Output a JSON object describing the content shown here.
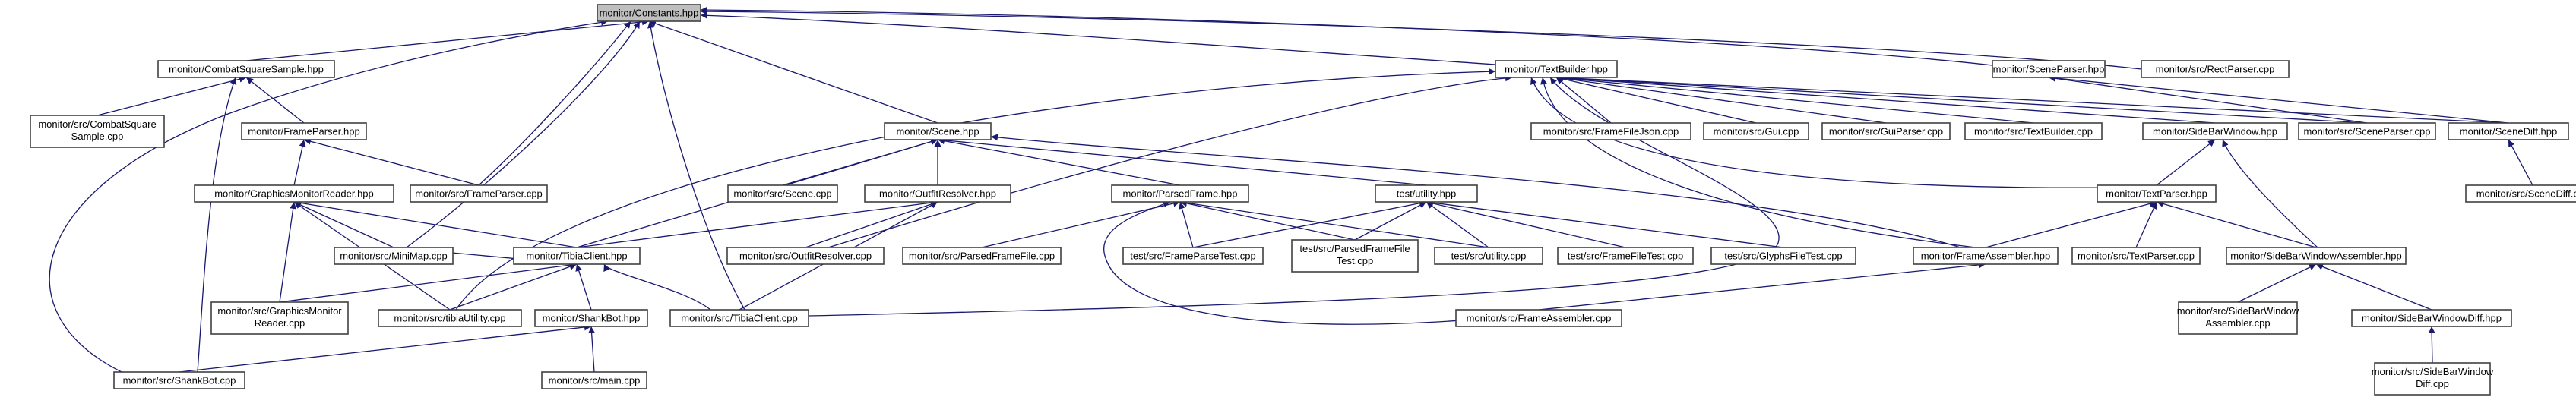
{
  "diagram": {
    "type": "include-dependency-graph",
    "colors": {
      "edge": "#191970",
      "node_border": "#404040",
      "root_fill": "#bfbfbf",
      "node_fill": "#ffffff"
    },
    "nodes": [
      {
        "id": "constants",
        "lines": [
          "monitor/Constants.hpp"
        ],
        "root": true
      },
      {
        "id": "combatSquareSample",
        "lines": [
          "monitor/CombatSquareSample.hpp"
        ]
      },
      {
        "id": "textBuilder",
        "lines": [
          "monitor/TextBuilder.hpp"
        ]
      },
      {
        "id": "sceneParser",
        "lines": [
          "monitor/SceneParser.hpp"
        ]
      },
      {
        "id": "rectParserCpp",
        "lines": [
          "monitor/src/RectParser.cpp"
        ]
      },
      {
        "id": "combatSquareSampleCpp",
        "lines": [
          "monitor/src/CombatSquare",
          "Sample.cpp"
        ]
      },
      {
        "id": "frameParser",
        "lines": [
          "monitor/FrameParser.hpp"
        ]
      },
      {
        "id": "scene",
        "lines": [
          "monitor/Scene.hpp"
        ]
      },
      {
        "id": "frameFileJsonCpp",
        "lines": [
          "monitor/src/FrameFileJson.cpp"
        ]
      },
      {
        "id": "guiCpp",
        "lines": [
          "monitor/src/Gui.cpp"
        ]
      },
      {
        "id": "guiParserCpp",
        "lines": [
          "monitor/src/GuiParser.cpp"
        ]
      },
      {
        "id": "textBuilderCpp",
        "lines": [
          "monitor/src/TextBuilder.cpp"
        ]
      },
      {
        "id": "sideBarWindow",
        "lines": [
          "monitor/SideBarWindow.hpp"
        ]
      },
      {
        "id": "sceneParserCpp",
        "lines": [
          "monitor/src/SceneParser.cpp"
        ]
      },
      {
        "id": "sceneDiff",
        "lines": [
          "monitor/SceneDiff.hpp"
        ]
      },
      {
        "id": "graphicsMonitorReader",
        "lines": [
          "monitor/GraphicsMonitorReader.hpp"
        ]
      },
      {
        "id": "frameParserCpp",
        "lines": [
          "monitor/src/FrameParser.cpp"
        ]
      },
      {
        "id": "sceneCpp",
        "lines": [
          "monitor/src/Scene.cpp"
        ]
      },
      {
        "id": "outfitResolver",
        "lines": [
          "monitor/OutfitResolver.hpp"
        ]
      },
      {
        "id": "parsedFrame",
        "lines": [
          "monitor/ParsedFrame.hpp"
        ]
      },
      {
        "id": "testUtility",
        "lines": [
          "test/utility.hpp"
        ]
      },
      {
        "id": "textParser",
        "lines": [
          "monitor/TextParser.hpp"
        ]
      },
      {
        "id": "sceneDiffCpp",
        "lines": [
          "monitor/src/SceneDiff.cpp"
        ]
      },
      {
        "id": "miniMapCpp",
        "lines": [
          "monitor/src/MiniMap.cpp"
        ]
      },
      {
        "id": "tibiaClient",
        "lines": [
          "monitor/TibiaClient.hpp"
        ]
      },
      {
        "id": "outfitResolverCpp",
        "lines": [
          "monitor/src/OutfitResolver.cpp"
        ]
      },
      {
        "id": "parsedFrameFileCpp",
        "lines": [
          "monitor/src/ParsedFrameFile.cpp"
        ]
      },
      {
        "id": "frameParseTestCpp",
        "lines": [
          "test/src/FrameParseTest.cpp"
        ]
      },
      {
        "id": "parsedFrameFileTestCpp",
        "lines": [
          "test/src/ParsedFrameFile",
          "Test.cpp"
        ]
      },
      {
        "id": "testUtilityCpp",
        "lines": [
          "test/src/utility.cpp"
        ]
      },
      {
        "id": "frameFileTestCpp",
        "lines": [
          "test/src/FrameFileTest.cpp"
        ]
      },
      {
        "id": "glyphsFileTestCpp",
        "lines": [
          "test/src/GlyphsFileTest.cpp"
        ]
      },
      {
        "id": "frameAssembler",
        "lines": [
          "monitor/FrameAssembler.hpp"
        ]
      },
      {
        "id": "textParserCpp",
        "lines": [
          "monitor/src/TextParser.cpp"
        ]
      },
      {
        "id": "sideBarWindowAssembler",
        "lines": [
          "monitor/SideBarWindowAssembler.hpp"
        ]
      },
      {
        "id": "graphicsMonitorReaderCpp",
        "lines": [
          "monitor/src/GraphicsMonitor",
          "Reader.cpp"
        ]
      },
      {
        "id": "tibiaUtilityCpp",
        "lines": [
          "monitor/src/tibiaUtility.cpp"
        ]
      },
      {
        "id": "shankBot",
        "lines": [
          "monitor/ShankBot.hpp"
        ]
      },
      {
        "id": "tibiaClientCpp",
        "lines": [
          "monitor/src/TibiaClient.cpp"
        ]
      },
      {
        "id": "frameAssemblerCpp",
        "lines": [
          "monitor/src/FrameAssembler.cpp"
        ]
      },
      {
        "id": "sideBarWindowAssemblerCpp",
        "lines": [
          "monitor/src/SideBarWindow",
          "Assembler.cpp"
        ]
      },
      {
        "id": "sideBarWindowDiff",
        "lines": [
          "monitor/SideBarWindowDiff.hpp"
        ]
      },
      {
        "id": "shankBotCpp",
        "lines": [
          "monitor/src/ShankBot.cpp"
        ]
      },
      {
        "id": "mainCpp",
        "lines": [
          "monitor/src/main.cpp"
        ]
      },
      {
        "id": "sideBarWindowDiffCpp",
        "lines": [
          "monitor/src/SideBarWindow",
          "Diff.cpp"
        ]
      }
    ],
    "edges": [
      [
        "combatSquareSample",
        "constants"
      ],
      [
        "textBuilder",
        "constants"
      ],
      [
        "sceneParser",
        "constants"
      ],
      [
        "rectParserCpp",
        "constants"
      ],
      [
        "scene",
        "constants"
      ],
      [
        "frameParserCpp",
        "constants"
      ],
      [
        "miniMapCpp",
        "constants"
      ],
      [
        "tibiaClientCpp",
        "constants"
      ],
      [
        "shankBotCpp",
        "constants"
      ],
      [
        "combatSquareSampleCpp",
        "combatSquareSample"
      ],
      [
        "frameParser",
        "combatSquareSample"
      ],
      [
        "shankBotCpp",
        "combatSquareSample"
      ],
      [
        "graphicsMonitorReader",
        "frameParser"
      ],
      [
        "frameParserCpp",
        "frameParser"
      ],
      [
        "tibiaClient",
        "graphicsMonitorReader"
      ],
      [
        "miniMapCpp",
        "graphicsMonitorReader"
      ],
      [
        "graphicsMonitorReaderCpp",
        "graphicsMonitorReader"
      ],
      [
        "tibiaUtilityCpp",
        "graphicsMonitorReader"
      ],
      [
        "sceneCpp",
        "scene"
      ],
      [
        "outfitResolver",
        "scene"
      ],
      [
        "parsedFrame",
        "scene"
      ],
      [
        "testUtility",
        "scene"
      ],
      [
        "tibiaClient",
        "scene"
      ],
      [
        "frameAssembler",
        "scene"
      ],
      [
        "outfitResolverCpp",
        "outfitResolver"
      ],
      [
        "tibiaClient",
        "outfitResolver"
      ],
      [
        "tibiaClientCpp",
        "outfitResolver"
      ],
      [
        "parsedFrameFileCpp",
        "parsedFrame"
      ],
      [
        "frameParseTestCpp",
        "parsedFrame"
      ],
      [
        "parsedFrameFileTestCpp",
        "parsedFrame"
      ],
      [
        "testUtilityCpp",
        "parsedFrame"
      ],
      [
        "frameAssemblerCpp",
        "parsedFrame"
      ],
      [
        "frameParseTestCpp",
        "testUtility"
      ],
      [
        "parsedFrameFileTestCpp",
        "testUtility"
      ],
      [
        "testUtilityCpp",
        "testUtility"
      ],
      [
        "frameFileTestCpp",
        "testUtility"
      ],
      [
        "glyphsFileTestCpp",
        "testUtility"
      ],
      [
        "miniMapCpp",
        "tibiaClient"
      ],
      [
        "graphicsMonitorReaderCpp",
        "tibiaClient"
      ],
      [
        "tibiaUtilityCpp",
        "tibiaClient"
      ],
      [
        "shankBot",
        "tibiaClient"
      ],
      [
        "tibiaClientCpp",
        "tibiaClient"
      ],
      [
        "shankBotCpp",
        "shankBot"
      ],
      [
        "mainCpp",
        "shankBot"
      ],
      [
        "frameFileJsonCpp",
        "textBuilder"
      ],
      [
        "guiCpp",
        "textBuilder"
      ],
      [
        "guiParserCpp",
        "textBuilder"
      ],
      [
        "textBuilderCpp",
        "textBuilder"
      ],
      [
        "sideBarWindow",
        "textBuilder"
      ],
      [
        "sceneParserCpp",
        "textBuilder"
      ],
      [
        "sceneDiff",
        "textBuilder"
      ],
      [
        "textParser",
        "textBuilder"
      ],
      [
        "outfitResolverCpp",
        "textBuilder"
      ],
      [
        "tibiaUtilityCpp",
        "textBuilder"
      ],
      [
        "tibiaClientCpp",
        "textBuilder"
      ],
      [
        "frameAssembler",
        "textBuilder"
      ],
      [
        "sceneParserCpp",
        "sceneParser"
      ],
      [
        "sceneDiff",
        "sceneParser"
      ],
      [
        "sceneDiffCpp",
        "sceneDiff"
      ],
      [
        "textParser",
        "sideBarWindow"
      ],
      [
        "sideBarWindowAssembler",
        "sideBarWindow"
      ],
      [
        "frameAssembler",
        "textParser"
      ],
      [
        "textParserCpp",
        "textParser"
      ],
      [
        "sideBarWindowAssembler",
        "textParser"
      ],
      [
        "frameAssemblerCpp",
        "frameAssembler"
      ],
      [
        "sideBarWindowAssemblerCpp",
        "sideBarWindowAssembler"
      ],
      [
        "sideBarWindowDiff",
        "sideBarWindowAssembler"
      ],
      [
        "sideBarWindowDiffCpp",
        "sideBarWindowDiff"
      ]
    ]
  }
}
